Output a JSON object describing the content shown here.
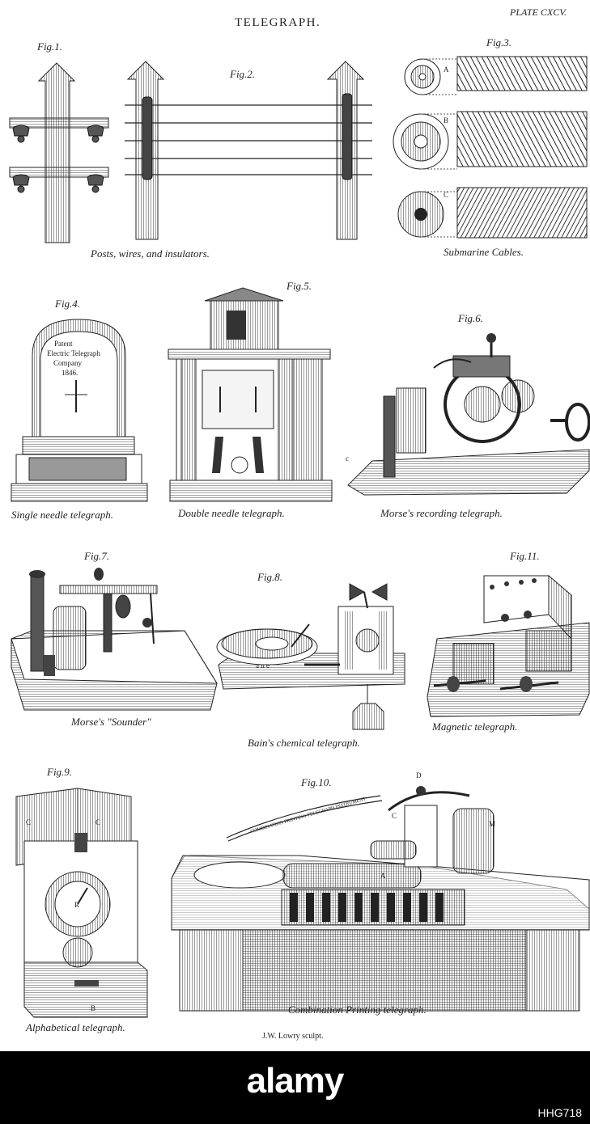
{
  "plate": {
    "title": "TELEGRAPH.",
    "plate_number": "PLATE CXCV.",
    "engraver": "J.W. Lowry sculpt."
  },
  "figures": [
    {
      "fig": "Fig.1."
    },
    {
      "fig": "Fig.2."
    },
    {
      "fig": "Fig.3."
    },
    {
      "fig": "Fig.4."
    },
    {
      "fig": "Fig.5."
    },
    {
      "fig": "Fig.6."
    },
    {
      "fig": "Fig.7."
    },
    {
      "fig": "Fig.8."
    },
    {
      "fig": "Fig.11."
    },
    {
      "fig": "Fig.9."
    },
    {
      "fig": "Fig.10."
    }
  ],
  "captions": {
    "posts": "Posts, wires, and insulators.",
    "cables": "Submarine Cables.",
    "single_needle": "Single needle telegraph.",
    "double_needle": "Double needle telegraph.",
    "morse_recording": "Morse's recording telegraph.",
    "sounder": "Morse's \"Sounder\"",
    "bain": "Bain's chemical telegraph.",
    "magnetic": "Magnetic telegraph.",
    "alphabetical": "Alphabetical telegraph.",
    "combination": "Combination Printing telegraph."
  },
  "dial_text": {
    "line1": "Patent",
    "line2": "Electric Telegraph",
    "line3": "Company",
    "line4": "1846."
  },
  "tape_text": "COMBINATION PRINTING TELEGRAPH INSTRUMENT",
  "footer": {
    "brand": "alamy",
    "image_id": "HHG718"
  }
}
